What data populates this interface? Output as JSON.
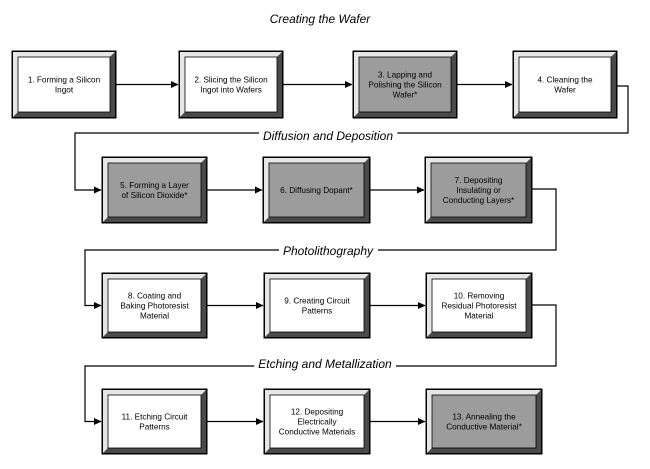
{
  "sections": [
    {
      "title": "Creating the Wafer"
    },
    {
      "title": "Diffusion and Deposition"
    },
    {
      "title": "Photolithography"
    },
    {
      "title": "Etching and Metallization"
    }
  ],
  "steps": [
    {
      "lines": [
        "1. Forming a Silicon",
        "Ingot"
      ],
      "highlighted": false
    },
    {
      "lines": [
        "2. Slicing the Silicon",
        "Ingot into Wafers"
      ],
      "highlighted": false
    },
    {
      "lines": [
        "3. Lapping and",
        "Polishing the Silicon",
        "Wafer*"
      ],
      "highlighted": true
    },
    {
      "lines": [
        "4. Cleaning the",
        "Wafer"
      ],
      "highlighted": false
    },
    {
      "lines": [
        "5. Forming a Layer",
        "of Silicon Dioxide*"
      ],
      "highlighted": true
    },
    {
      "lines": [
        "6. Diffusing Dopant*"
      ],
      "highlighted": true
    },
    {
      "lines": [
        "7. Depositing",
        "Insulating or",
        "Conducting Layers*"
      ],
      "highlighted": true
    },
    {
      "lines": [
        "8. Coating and",
        "Baking Photoresist",
        "Material"
      ],
      "highlighted": false
    },
    {
      "lines": [
        "9. Creating Circuit",
        "Patterns"
      ],
      "highlighted": false
    },
    {
      "lines": [
        "10. Removing",
        "Residual Photoresist",
        "Material"
      ],
      "highlighted": false
    },
    {
      "lines": [
        "11. Etching Circuit",
        "Patterns"
      ],
      "highlighted": false
    },
    {
      "lines": [
        "12. Depositing",
        "Electrically",
        "Conductive Materials"
      ],
      "highlighted": false
    },
    {
      "lines": [
        "13. Annealing the",
        "Conductive Material*"
      ],
      "highlighted": true
    }
  ],
  "colors": {
    "box_fill": "#ffffff",
    "box_fill_highlighted": "#9c9c9c",
    "bevel_light": "#e6e6e6",
    "bevel_dark": "#4a4a4a",
    "frame": "#000000",
    "connector": "#000000"
  }
}
